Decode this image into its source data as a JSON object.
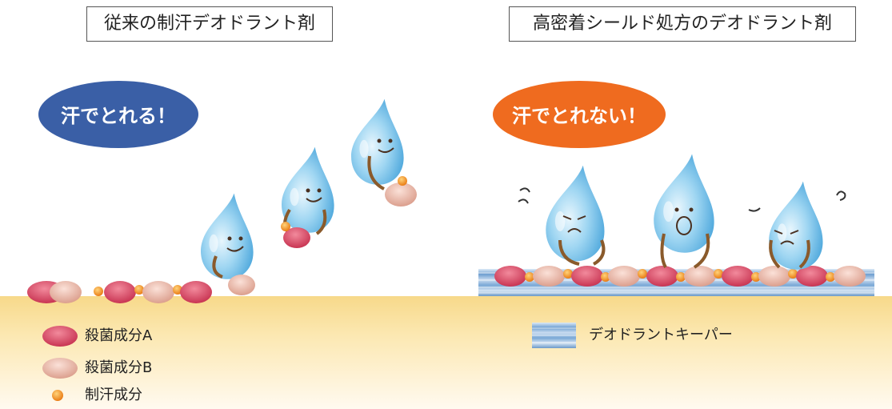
{
  "panels": {
    "left": {
      "title": "従来の制汗デオドラント剤",
      "bubble": "汗でとれる！",
      "bubble_color": "#3a5fa6"
    },
    "right": {
      "title": "高密着シールド処方のデオドラント剤",
      "bubble": "汗でとれない！",
      "bubble_color": "#ef6b1f"
    }
  },
  "legend": {
    "ingredient_a": "殺菌成分A",
    "ingredient_b": "殺菌成分B",
    "antiperspirant": "制汗成分",
    "keeper": "デオドラントキーパー"
  },
  "colors": {
    "ingredient_a": "#d94662",
    "ingredient_b": "#e9b1a2",
    "antiperspirant": "#f59a1e",
    "drop": "#7cc3ea",
    "skin": "#fbe6a2",
    "keeper": "#8fb7dc"
  }
}
